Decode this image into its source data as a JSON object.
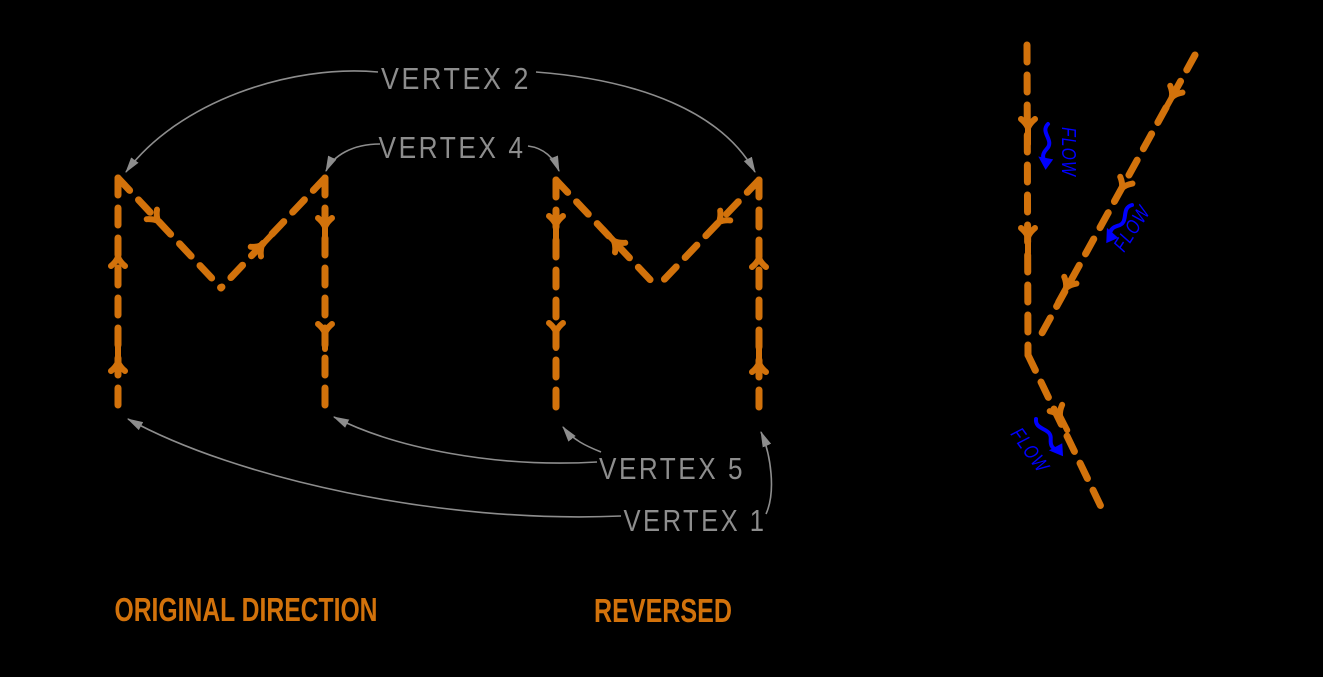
{
  "colors": {
    "background": "#000000",
    "polyline_orange": "#d2720b",
    "annotation_gray": "#8d8d8d",
    "flow_blue": "#0000ff"
  },
  "vertex_labels": {
    "vertex_2": "VERTEX 2",
    "vertex_4": "VERTEX 4",
    "vertex_5": "VERTEX 5",
    "vertex_1": "VERTEX 1"
  },
  "captions": {
    "original_direction": "ORIGINAL DIRECTION",
    "reversed": "REVERSED"
  },
  "flow_label": "FLOW"
}
